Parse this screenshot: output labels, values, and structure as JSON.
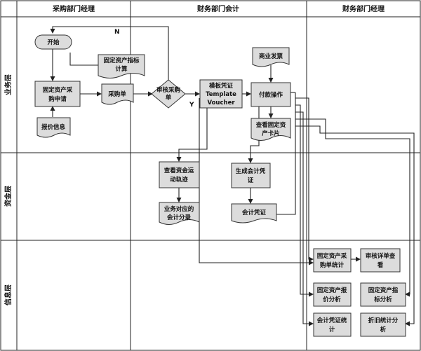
{
  "columns": [
    "采购部门经理",
    "财务部门会计",
    "财务部门经理"
  ],
  "lanes": [
    "业务层",
    "资金层",
    "信息层"
  ],
  "nodes": {
    "start": "开始",
    "asset_indicator_calc": [
      "固定资产指标",
      "计算"
    ],
    "purchase_request": [
      "固定资产采",
      "购申请"
    ],
    "quote_info": "报价信息",
    "purchase_order": "采购单",
    "review_order": [
      "审核采购",
      "单"
    ],
    "template_voucher": [
      "模板凭证",
      "Template",
      "Voucher"
    ],
    "commercial_invoice": "商业发票",
    "payment": "付款操作",
    "view_asset_card": [
      "查看固定资",
      "产卡片"
    ],
    "view_fund_flow": [
      "查看资金运",
      "动轨迹"
    ],
    "business_entries": [
      "业务对应的",
      "会计分录"
    ],
    "generate_voucher": [
      "生成会计凭",
      "证"
    ],
    "accounting_voucher": "会计凭证",
    "purchase_stats": [
      "固定资产采",
      "购单统计"
    ],
    "review_details": [
      "审核详单查",
      "看"
    ],
    "quote_analysis": [
      "固定资产报",
      "价分析"
    ],
    "indicator_analysis": [
      "固定资产指",
      "标分析"
    ],
    "voucher_stats": [
      "会计凭证统",
      "计"
    ],
    "depreciation_analysis": [
      "折旧统计分",
      "析"
    ]
  },
  "decision_labels": {
    "no": "N",
    "yes": "Y"
  }
}
